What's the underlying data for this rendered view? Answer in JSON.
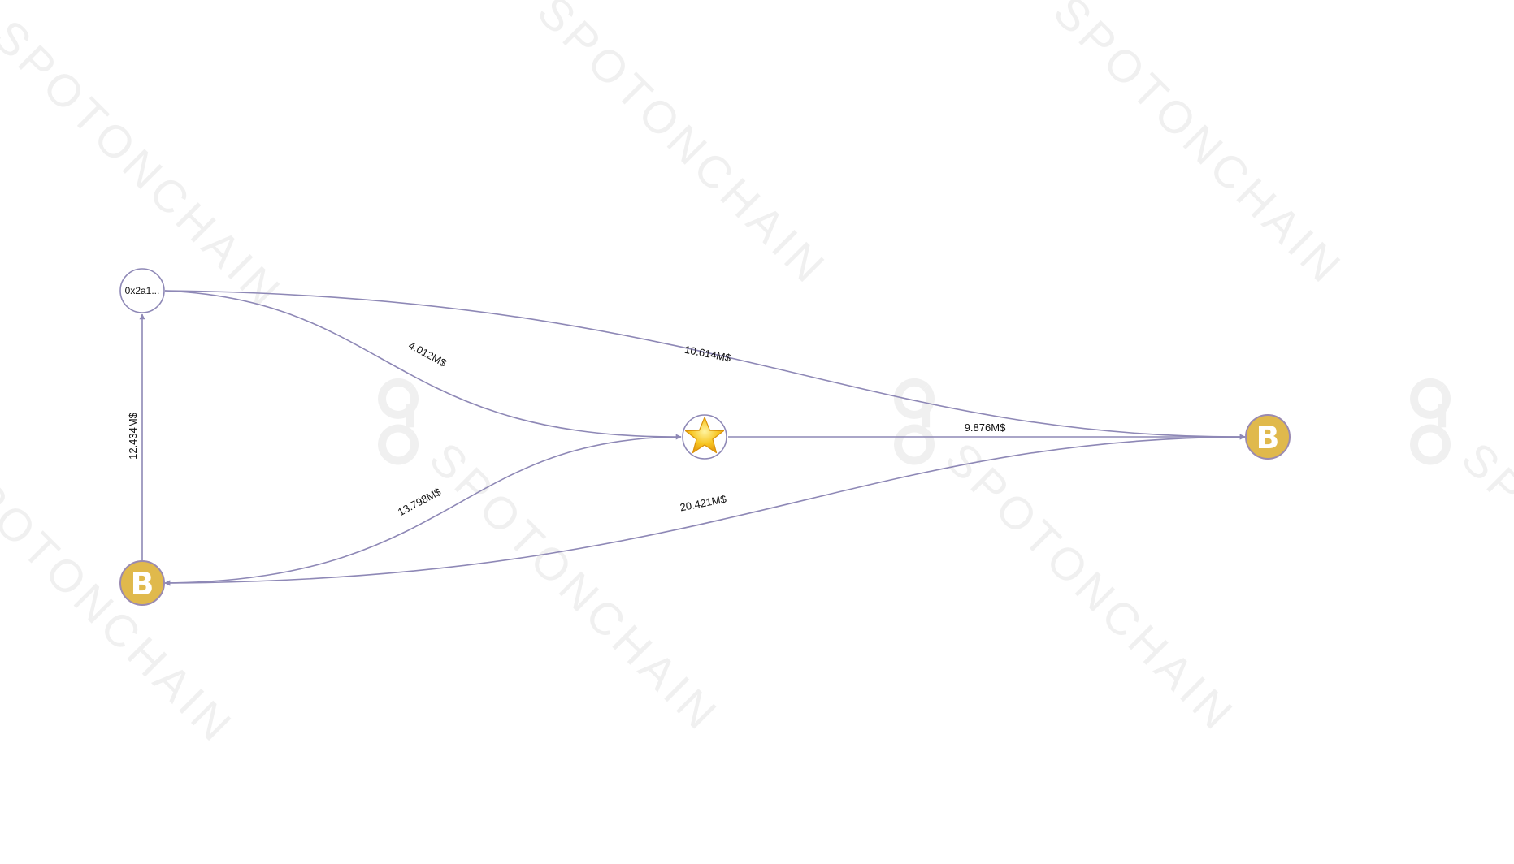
{
  "watermark": {
    "text": "SPOTONCHAIN"
  },
  "colors": {
    "edge": "#8e88b6",
    "exchange_node": "#e0b94c",
    "star": "#f7c520",
    "watermark": "#f0f0f0"
  },
  "nodes": [
    {
      "id": "addr",
      "label": "0x2a1...",
      "kind": "address",
      "icon": "address-node"
    },
    {
      "id": "star",
      "label": "",
      "kind": "starred",
      "icon": "star-icon"
    },
    {
      "id": "b_left",
      "label": "B",
      "kind": "exchange",
      "icon": "exchange-b-icon"
    },
    {
      "id": "b_right",
      "label": "B",
      "kind": "exchange",
      "icon": "exchange-b-icon"
    }
  ],
  "edges": [
    {
      "from": "b_left",
      "to": "addr",
      "label": "12.434M$"
    },
    {
      "from": "addr",
      "to": "star",
      "label": "4.012M$"
    },
    {
      "from": "addr",
      "to": "b_right",
      "label": "10.614M$"
    },
    {
      "from": "star",
      "to": "b_right",
      "label": "9.876M$"
    },
    {
      "from": "star",
      "to": "b_left",
      "label": "13.798M$"
    },
    {
      "from": "b_right",
      "to": "b_left",
      "label": "20.421M$"
    }
  ]
}
